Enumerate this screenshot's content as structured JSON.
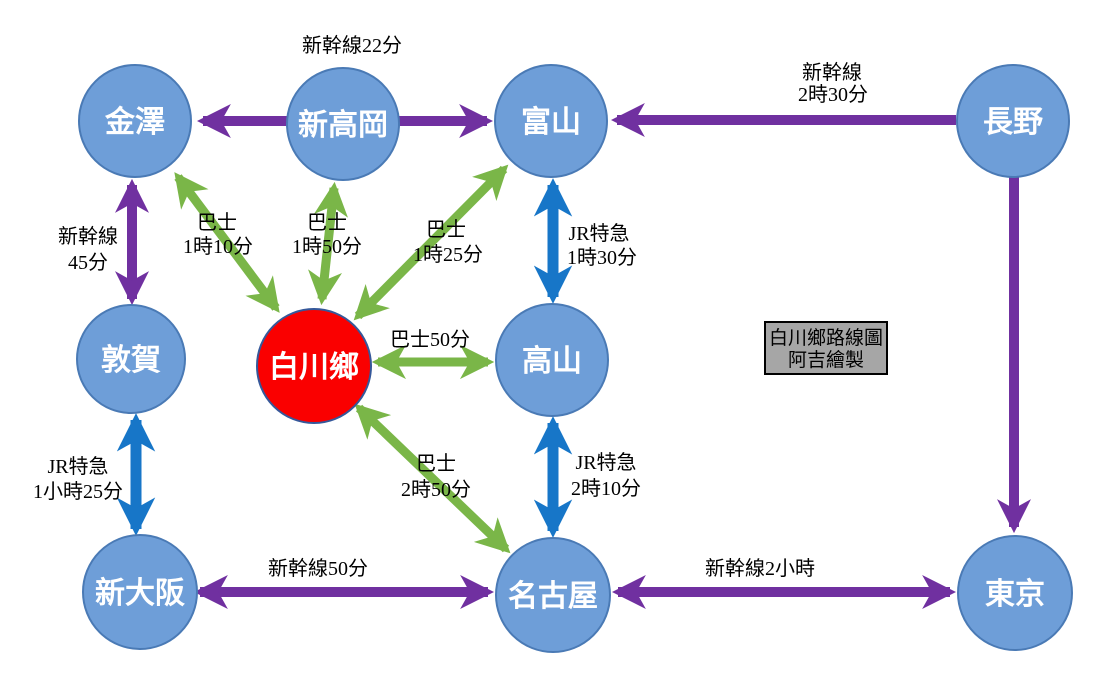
{
  "diagram": {
    "legend": {
      "line1": "白川鄉路線圖",
      "line2": "阿吉繪製"
    },
    "nodes": [
      {
        "id": "kanazawa",
        "label": "金澤"
      },
      {
        "id": "shin-takaoka",
        "label": "新高岡"
      },
      {
        "id": "toyama",
        "label": "富山"
      },
      {
        "id": "nagano",
        "label": "長野"
      },
      {
        "id": "tsuruga",
        "label": "敦賀"
      },
      {
        "id": "shirakawa-go",
        "label": "白川鄉",
        "highlight": true
      },
      {
        "id": "takayama",
        "label": "高山"
      },
      {
        "id": "shin-osaka",
        "label": "新大阪"
      },
      {
        "id": "nagoya",
        "label": "名古屋"
      },
      {
        "id": "tokyo",
        "label": "東京"
      }
    ],
    "edges": [
      {
        "id": "shintakaoka-kanazawa-toyama",
        "mode": "新幹線",
        "from": "新高岡",
        "to": "金澤 / 富山",
        "arrows": "one-way-each-side",
        "lines": [
          "新幹線22分"
        ]
      },
      {
        "id": "nagano-toyama",
        "mode": "新幹線",
        "from": "長野",
        "to": "富山",
        "arrows": "one-way",
        "lines": [
          "新幹線",
          "2時30分"
        ]
      },
      {
        "id": "kanazawa-tsuruga",
        "mode": "新幹線",
        "from": "金澤",
        "to": "敦賀",
        "arrows": "two-way",
        "lines": [
          "新幹線",
          "45分"
        ]
      },
      {
        "id": "kanazawa-shirakawago",
        "mode": "巴士",
        "from": "金澤",
        "to": "白川鄉",
        "arrows": "two-way",
        "lines": [
          "巴士",
          "1時10分"
        ]
      },
      {
        "id": "shintakaoka-shirakawago",
        "mode": "巴士",
        "from": "新高岡",
        "to": "白川鄉",
        "arrows": "two-way",
        "lines": [
          "巴士",
          "1時50分"
        ]
      },
      {
        "id": "toyama-shirakawago",
        "mode": "巴士",
        "from": "富山",
        "to": "白川鄉",
        "arrows": "two-way",
        "lines": [
          "巴士",
          "1時25分"
        ]
      },
      {
        "id": "toyama-takayama",
        "mode": "JR特急",
        "from": "富山",
        "to": "高山",
        "arrows": "two-way",
        "lines": [
          "JR特急",
          "1時30分"
        ]
      },
      {
        "id": "shirakawago-takayama",
        "mode": "巴士",
        "from": "白川鄉",
        "to": "高山",
        "arrows": "two-way",
        "lines": [
          "巴士50分"
        ]
      },
      {
        "id": "tsuruga-shinosaka",
        "mode": "JR特急",
        "from": "敦賀",
        "to": "新大阪",
        "arrows": "two-way",
        "lines": [
          "JR特急",
          "1小時25分"
        ]
      },
      {
        "id": "shirakawago-nagoya",
        "mode": "巴士",
        "from": "白川鄉",
        "to": "名古屋",
        "arrows": "two-way",
        "lines": [
          "巴士",
          "2時50分"
        ]
      },
      {
        "id": "takayama-nagoya",
        "mode": "JR特急",
        "from": "高山",
        "to": "名古屋",
        "arrows": "two-way",
        "lines": [
          "JR特急",
          "2時10分"
        ]
      },
      {
        "id": "shinosaka-nagoya",
        "mode": "新幹線",
        "from": "新大阪",
        "to": "名古屋",
        "arrows": "two-way",
        "lines": [
          "新幹線50分"
        ]
      },
      {
        "id": "nagoya-tokyo",
        "mode": "新幹線",
        "from": "名古屋",
        "to": "東京",
        "arrows": "two-way",
        "lines": [
          "新幹線2小時"
        ]
      },
      {
        "id": "nagano-tokyo",
        "mode": "新幹線",
        "from": "長野",
        "to": "東京",
        "arrows": "one-way",
        "lines": []
      }
    ],
    "colors": {
      "node_fill": "#6e9ed8",
      "node_border": "#4a7ab5",
      "highlight_fill": "#fa0000",
      "shinkansen_purple": "#7030a0",
      "bus_green": "#7ab648",
      "jr_express_blue": "#1776c8",
      "legend_fill": "#a6a6a6"
    }
  }
}
